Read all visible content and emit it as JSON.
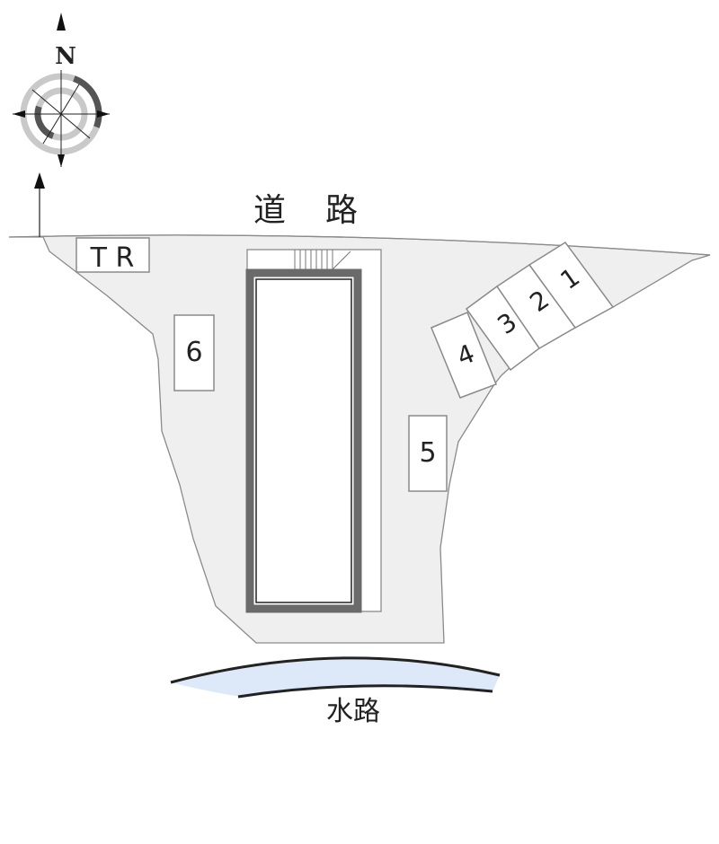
{
  "compass": {
    "north_label": "N"
  },
  "road": {
    "label": "道　路"
  },
  "waterway": {
    "label": "水路"
  },
  "tr": {
    "label": "T R"
  },
  "parking": [
    {
      "number": "1"
    },
    {
      "number": "2"
    },
    {
      "number": "3"
    },
    {
      "number": "4"
    },
    {
      "number": "5"
    },
    {
      "number": "6"
    }
  ],
  "colors": {
    "site": "#efefef",
    "outline": "#8a8a8a",
    "building": "#6a6a6a",
    "water": "#dde9f8"
  }
}
